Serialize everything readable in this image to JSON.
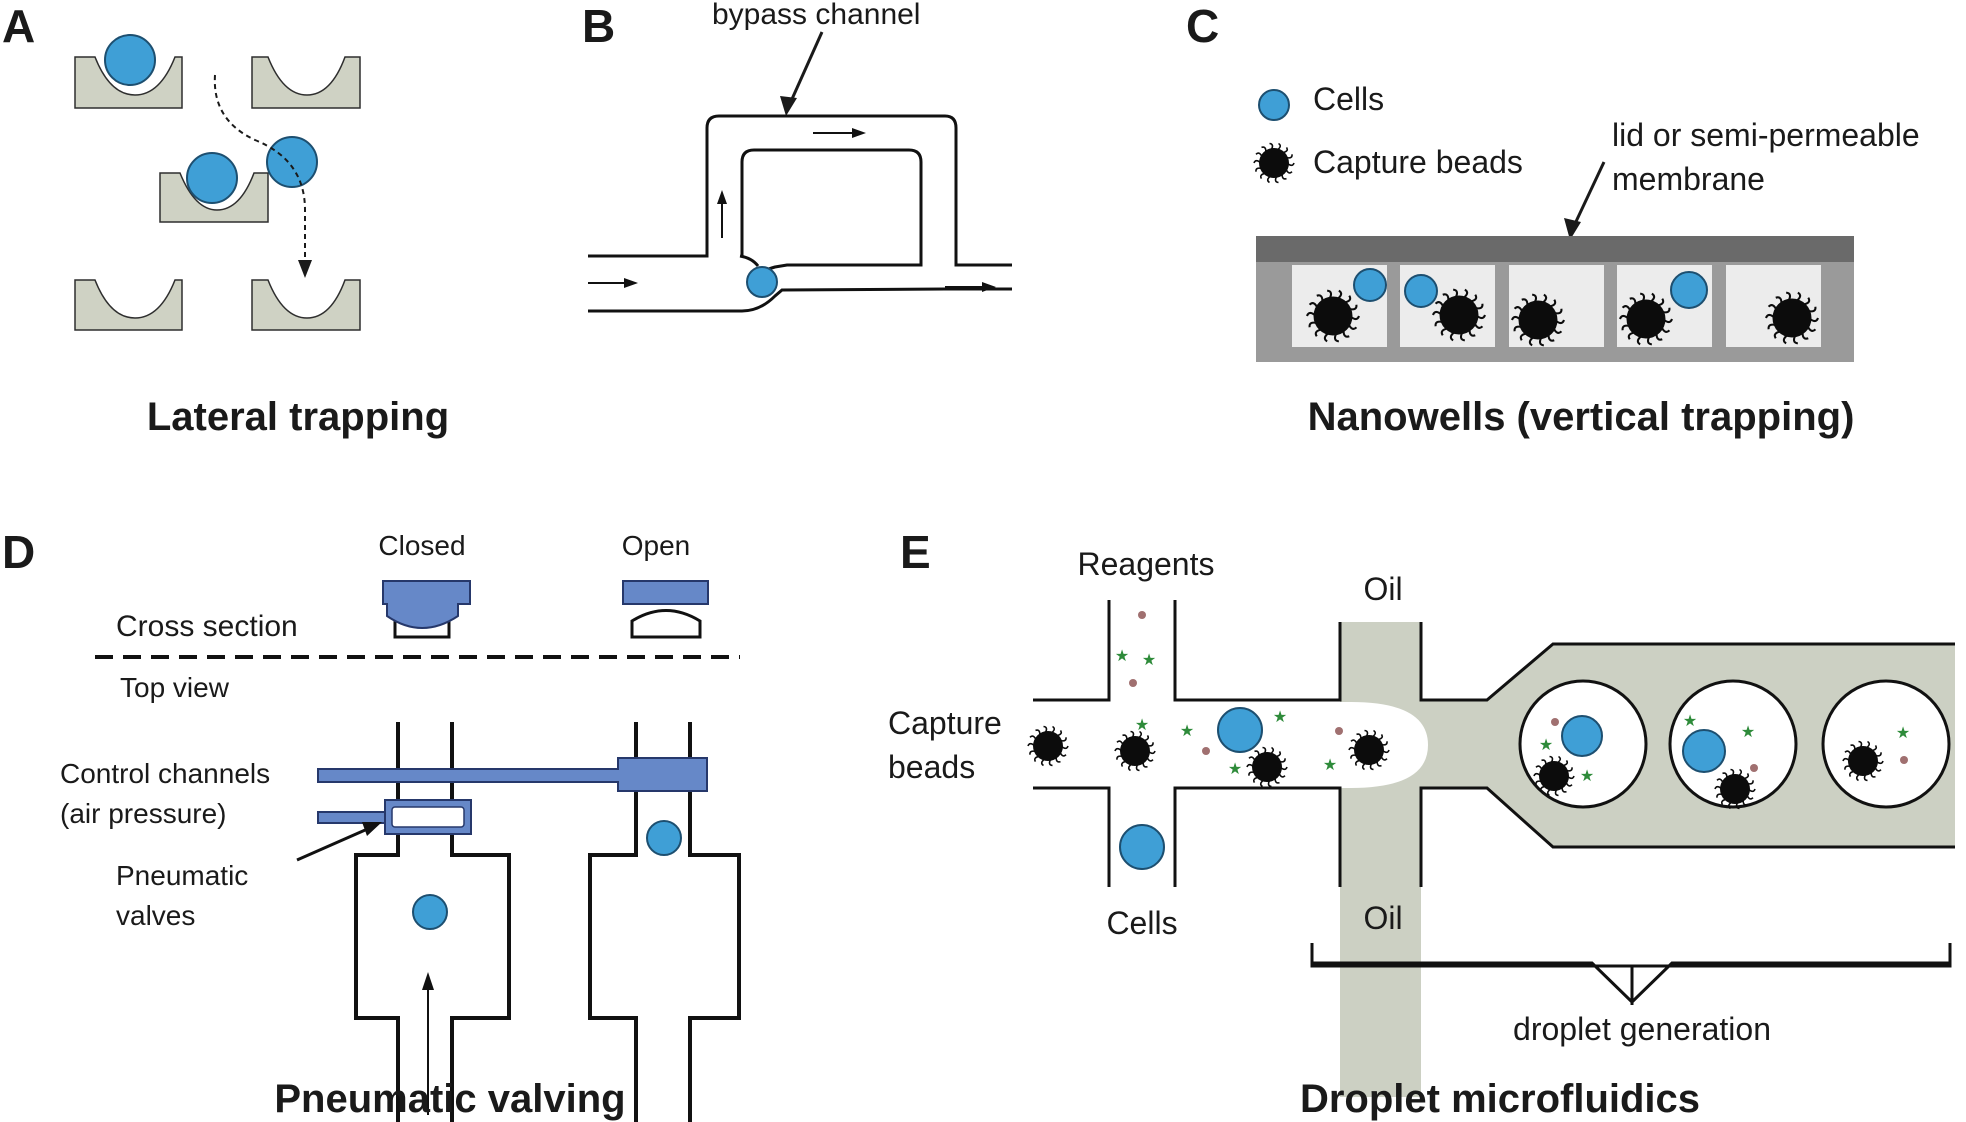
{
  "colors": {
    "cell": "#3f9fd6",
    "cell_stroke": "#1d4f70",
    "trap": "#cfd2c4",
    "trap_stroke": "#2e2e2e",
    "bead": "#0c0c0c",
    "valve": "#6688c8",
    "valve_stroke": "#26386b",
    "lid": "#6a6a6a",
    "well_frame": "#9a9a9a",
    "well": "#ececec",
    "oil": "#ccd0c3",
    "reagent_star": "#2e8b3a",
    "reagent_dot": "#a07070"
  },
  "icons": [
    "cell-icon",
    "capture-bead-icon",
    "arrow-icon"
  ],
  "panels": {
    "A": {
      "letter": "A",
      "caption": "Lateral trapping"
    },
    "B": {
      "letter": "B",
      "bypass_label": "bypass channel"
    },
    "C": {
      "letter": "C",
      "caption": "Nanowells (vertical trapping)",
      "legend_cells": "Cells",
      "legend_beads": "Capture beads",
      "lid_label_1": "lid or semi-permeable",
      "lid_label_2": "membrane"
    },
    "D": {
      "letter": "D",
      "caption": "Pneumatic valving",
      "closed": "Closed",
      "open": "Open",
      "cross_section": "Cross section",
      "top_view": "Top view",
      "control_1": "Control channels",
      "control_2": "(air pressure)",
      "valves_1": "Pneumatic",
      "valves_2": "valves"
    },
    "E": {
      "letter": "E",
      "caption": "Droplet microfluidics",
      "reagents": "Reagents",
      "oil_top": "Oil",
      "oil_bottom": "Oil",
      "capture_1": "Capture",
      "capture_2": "beads",
      "cells": "Cells",
      "droplet_generation": "droplet generation"
    }
  }
}
